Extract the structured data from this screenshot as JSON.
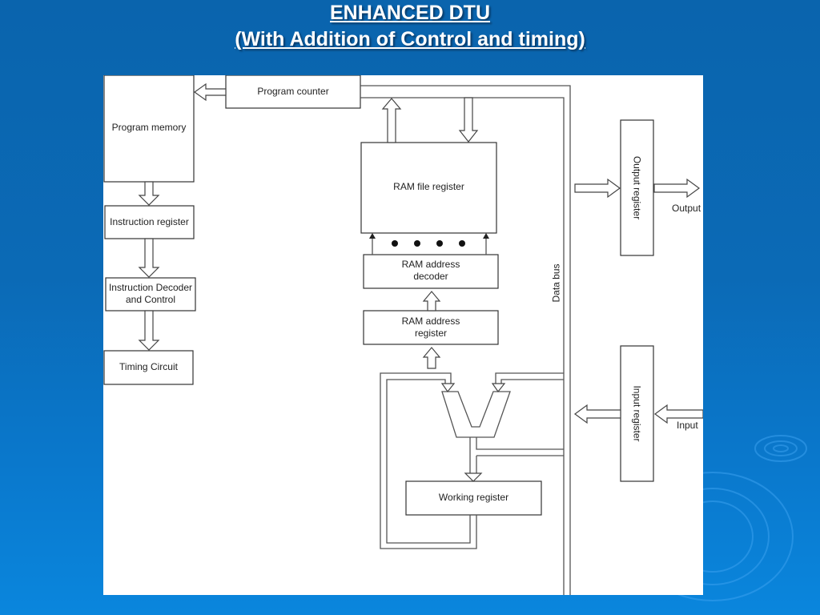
{
  "slide": {
    "title_line1": "ENHANCED DTU",
    "title_line2": "(With Addition of Control and timing)"
  },
  "diagram": {
    "blocks": {
      "program_counter": "Program counter",
      "program_memory": "Program memory",
      "instruction_register": "Instruction register",
      "instruction_decoder_l1": "Instruction Decoder",
      "instruction_decoder_l2": "and Control",
      "timing_circuit": "Timing Circuit",
      "ram_file_register": "RAM file register",
      "ram_address_decoder_l1": "RAM address",
      "ram_address_decoder_l2": "decoder",
      "ram_address_register_l1": "RAM address",
      "ram_address_register_l2": "register",
      "working_register": "Working register",
      "output_register": "Output register",
      "input_register": "Input register"
    },
    "labels": {
      "data_bus": "Data bus",
      "output": "Output",
      "input": "Input"
    },
    "colors": {
      "line": "#555555",
      "box_border": "#333333",
      "background_blue": "#0b6ab6"
    }
  }
}
